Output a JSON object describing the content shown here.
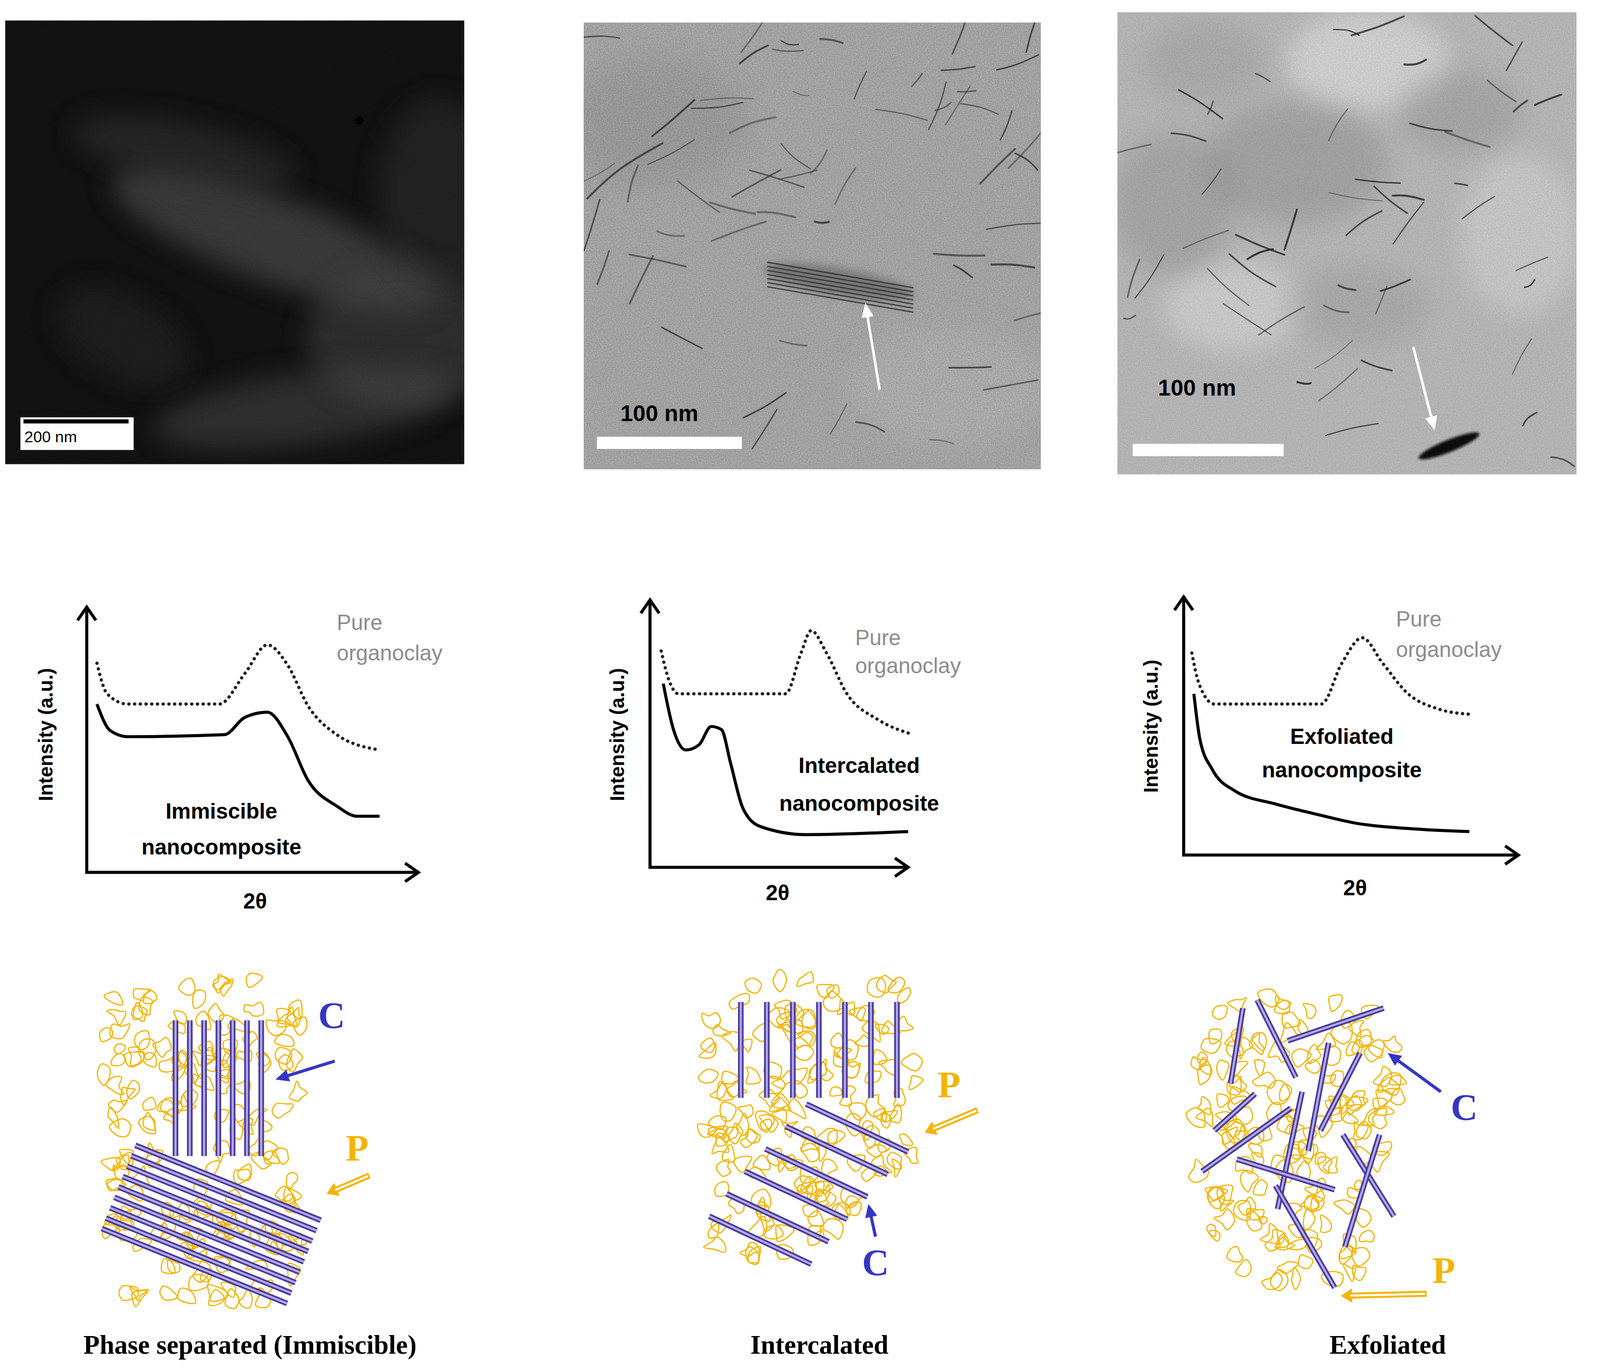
{
  "diagram": {
    "labels": [
      "200 nm",
      "100 nm",
      "100 nm",
      "Pure organoclay",
      "Intensity (a.u.)",
      "Immiscible nanocomposite",
      "2θ",
      "Intensity (a.u.)",
      "Pure organoclay",
      "Intercalated nanocomposite",
      "2θ",
      "Intensity (a.u.)",
      "Pure organoclay",
      "Exfoliated nanocomposite",
      "2θ",
      "C",
      "P",
      "P",
      "C",
      "C",
      "P",
      "Phase separated (Immiscible)",
      "Intercalated",
      "Exfoliated"
    ]
  }
}
